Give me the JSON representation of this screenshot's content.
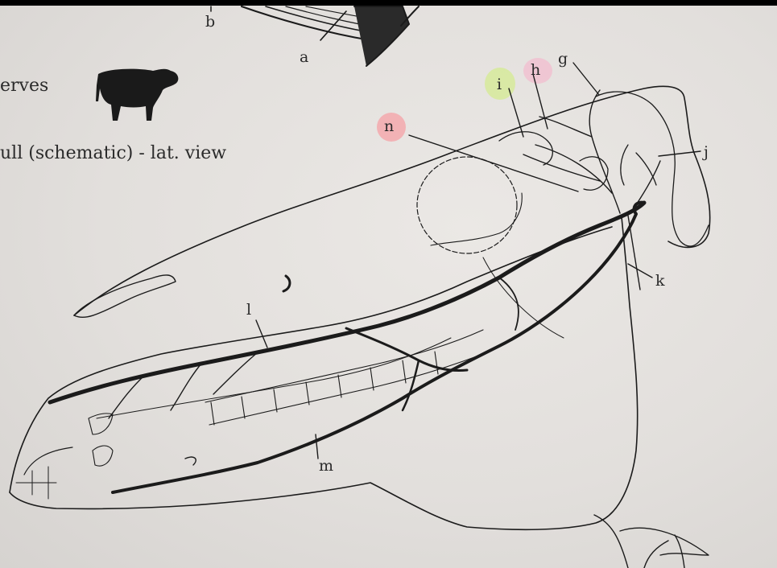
{
  "header": {
    "line1": "erves",
    "line2": "ull (schematic) - lat. view"
  },
  "labels": {
    "a": "a",
    "b": "b",
    "g": "g",
    "h": "h",
    "i": "i",
    "j": "j",
    "k": "k",
    "l": "l",
    "m": "m",
    "n": "n"
  },
  "colors": {
    "paper": "#e4e1de",
    "ink": "#1b1b1b",
    "highlight_n": "#f3a9ad",
    "highlight_h": "#f1bfd0",
    "highlight_i": "#d6ea9a"
  },
  "icons": {
    "cow": "cow-icon"
  }
}
